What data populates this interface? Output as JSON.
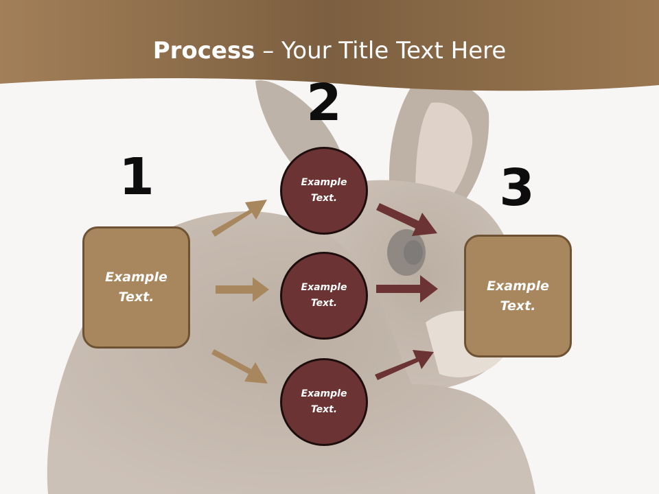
{
  "slide": {
    "title_bold": "Process",
    "title_rest": " – Your Title Text Here"
  },
  "steps": [
    {
      "number": "1",
      "text": "Example\nText."
    },
    {
      "number": "2",
      "circles": [
        "Example\nText.",
        "Example\nText.",
        "Example\nText."
      ]
    },
    {
      "number": "3",
      "text": "Example\nText."
    }
  ],
  "colors": {
    "header": "#8a6a48",
    "box_fill": "#a8865e",
    "circle_fill": "#6b3333",
    "arrow_tan": "#a8865e",
    "arrow_maroon": "#6b3333"
  }
}
